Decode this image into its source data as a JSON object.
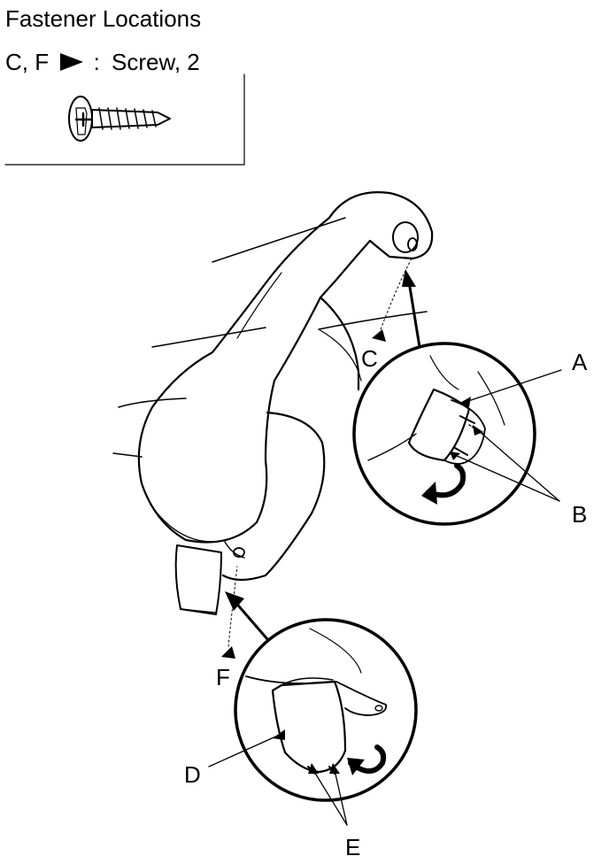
{
  "title": "Fastener Locations",
  "legend": {
    "codes": "C, F",
    "separator": ":",
    "description": "Screw, 2"
  },
  "labels": {
    "a": "A",
    "b": "B",
    "c": "C",
    "d": "D",
    "e": "E",
    "f": "F"
  },
  "icons": {
    "legend_marker": "triangle-arrow-right-icon",
    "screw": "phillips-screw-icon",
    "rotate": "curved-arrow-icon"
  },
  "colors": {
    "ink": "#000000",
    "paper": "#ffffff"
  }
}
